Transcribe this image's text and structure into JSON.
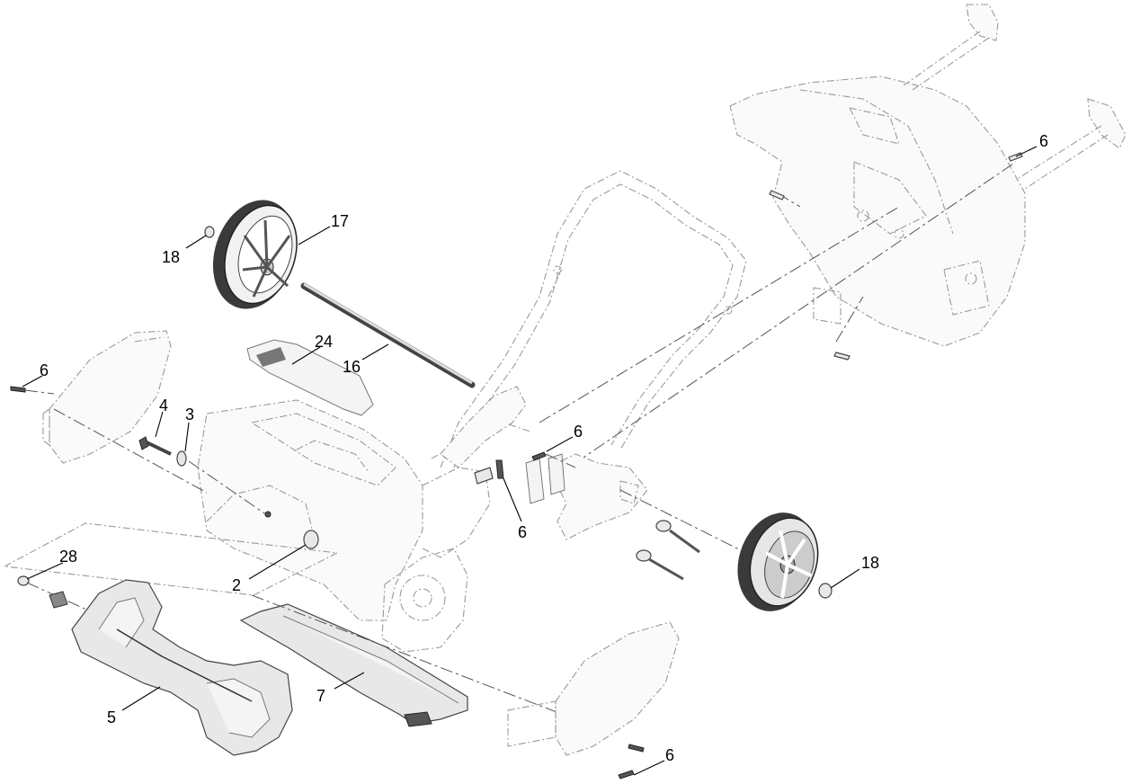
{
  "callouts": [
    {
      "id": "c1",
      "text": "6"
    },
    {
      "id": "c2",
      "text": "17"
    },
    {
      "id": "c3",
      "text": "18"
    },
    {
      "id": "c4",
      "text": "24"
    },
    {
      "id": "c5",
      "text": "16"
    },
    {
      "id": "c6",
      "text": "6"
    },
    {
      "id": "c7",
      "text": "4"
    },
    {
      "id": "c8",
      "text": "3"
    },
    {
      "id": "c9",
      "text": "6"
    },
    {
      "id": "c10",
      "text": "6"
    },
    {
      "id": "c11",
      "text": "28"
    },
    {
      "id": "c12",
      "text": "2"
    },
    {
      "id": "c13",
      "text": "18"
    },
    {
      "id": "c14",
      "text": "7"
    },
    {
      "id": "c15",
      "text": "5"
    },
    {
      "id": "c16",
      "text": "6"
    }
  ]
}
